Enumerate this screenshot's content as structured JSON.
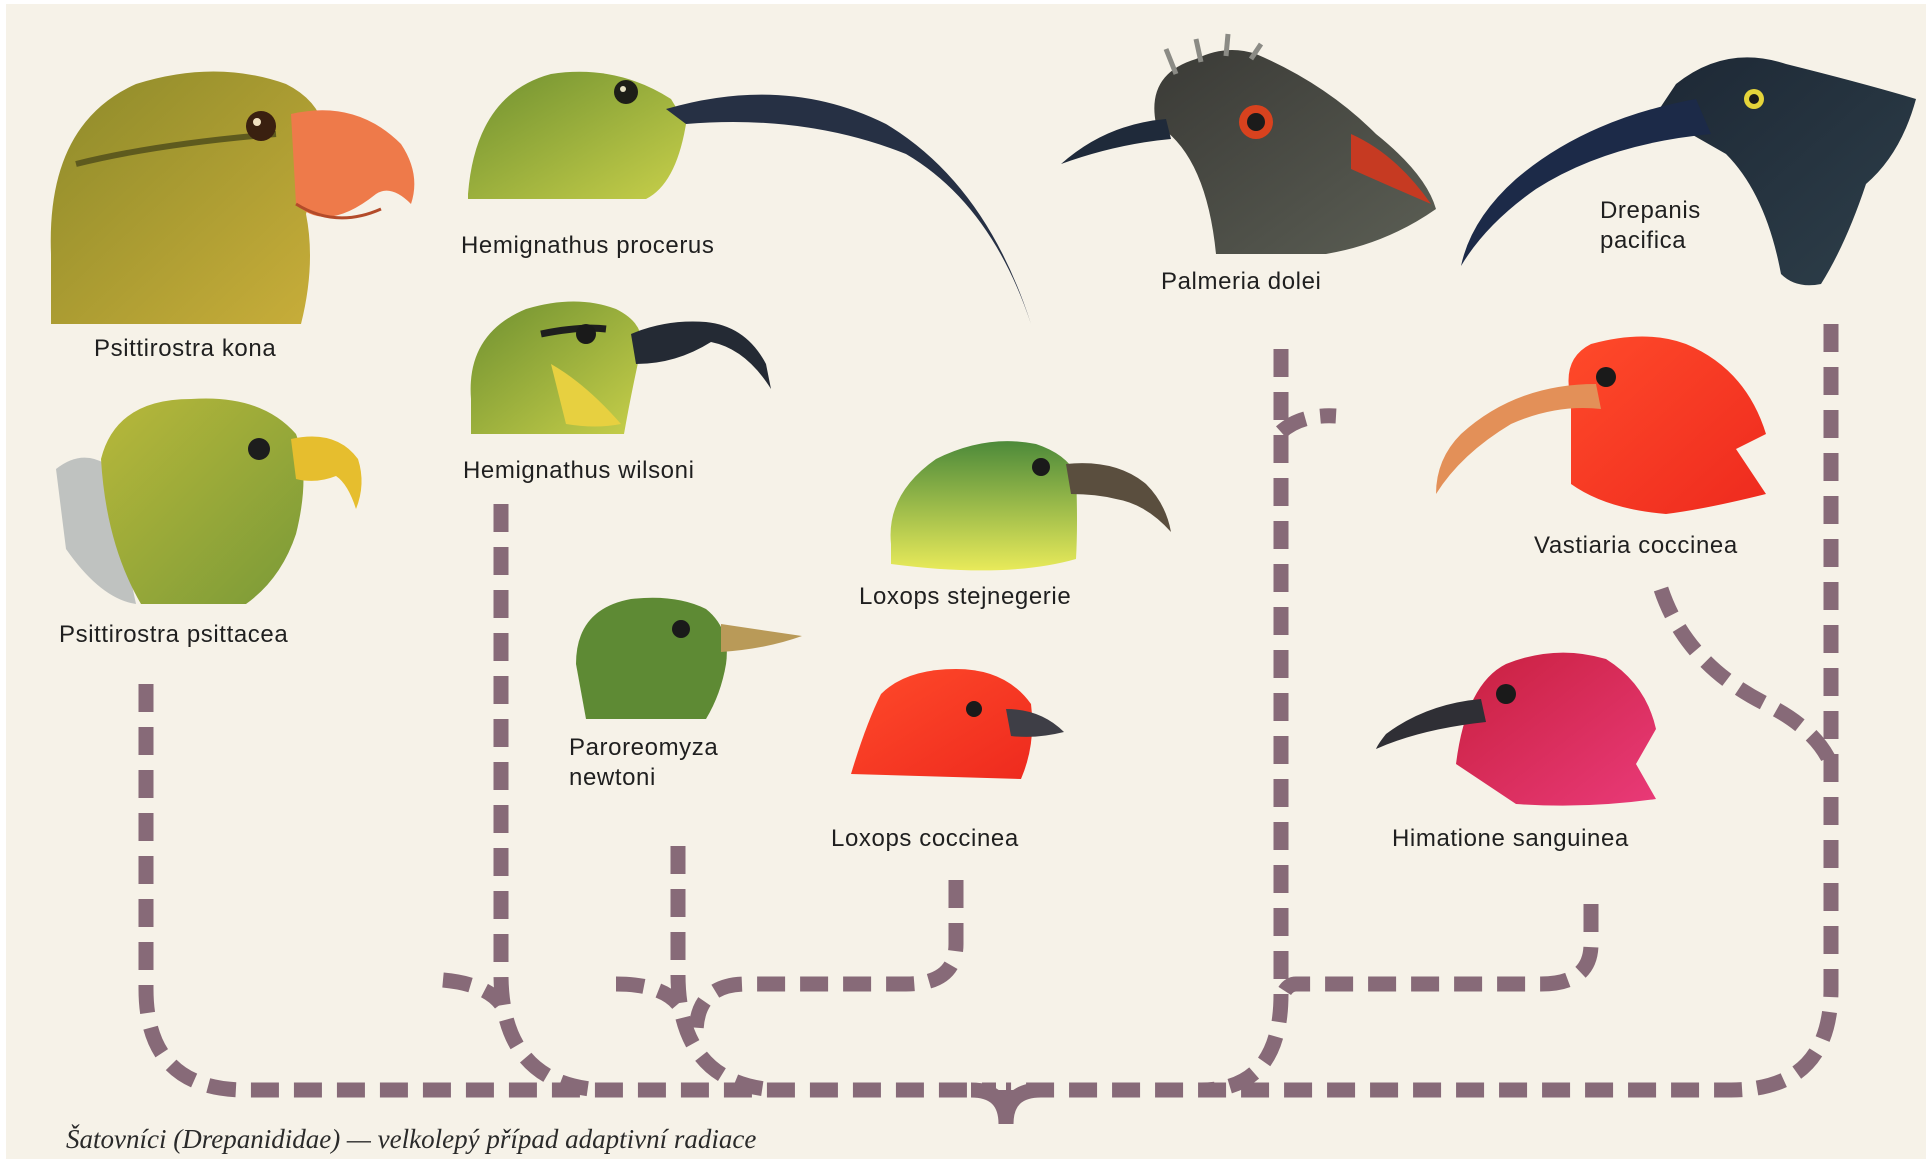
{
  "colors": {
    "paper": "#f6f2e8",
    "branch": "#876a78"
  },
  "species": [
    {
      "name": "Psittirostra kona",
      "icon": "psittirostra-kona-head-icon"
    },
    {
      "name": "Hemignathus procerus",
      "icon": "hemignathus-procerus-head-icon"
    },
    {
      "name": "Palmeria dolei",
      "icon": "palmeria-dolei-head-icon"
    },
    {
      "name": "Drepanis\npacifica",
      "icon": "drepanis-pacifica-head-icon"
    },
    {
      "name": "Hemignathus wilsoni",
      "icon": "hemignathus-wilsoni-head-icon"
    },
    {
      "name": "Psittirostra psittacea",
      "icon": "psittirostra-psittacea-head-icon"
    },
    {
      "name": "Loxops stejnegerie",
      "icon": "loxops-stejnegerie-head-icon"
    },
    {
      "name": "Vastiaria coccinea",
      "icon": "vastiaria-coccinea-head-icon"
    },
    {
      "name": "Paroreomyza\nnewtoni",
      "icon": "paroreomyza-newtoni-head-icon"
    },
    {
      "name": "Loxops coccinea",
      "icon": "loxops-coccinea-head-icon"
    },
    {
      "name": "Himatione sanguinea",
      "icon": "himatione-sanguinea-head-icon"
    }
  ],
  "caption": {
    "text": "Šatovníci (Drepanididae) — velkolepý případ adaptivní radiace"
  }
}
